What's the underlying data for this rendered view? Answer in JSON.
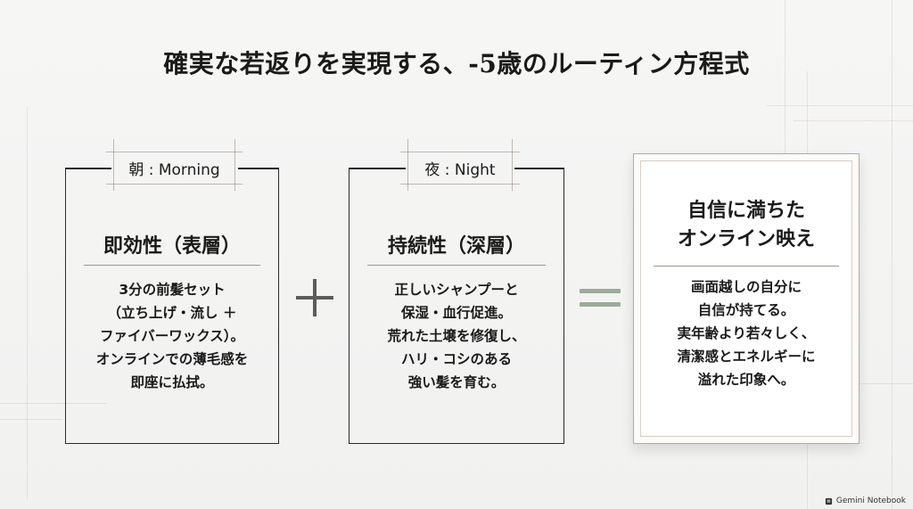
{
  "title": "確実な若返りを実現する、-5歳のルーティン方程式",
  "cards": [
    {
      "tab": "朝 : Morning",
      "heading": "即効性（表層）",
      "body": [
        "3分の前髪セット",
        "（立ち上げ・流し ＋",
        "ファイバーワックス）。",
        "オンラインでの薄毛感を",
        "即座に払拭。"
      ]
    },
    {
      "tab": "夜 : Night",
      "heading": "持続性（深層）",
      "body": [
        "正しいシャンプーと",
        "保湿・血行促進。",
        "荒れた土壌を修復し、",
        "ハリ・コシのある",
        "強い髪を育む。"
      ]
    },
    {
      "heading_lines": [
        "自信に満ちた",
        "オンライン映え"
      ],
      "body": [
        "画面越しの自分に",
        "自信が持てる。",
        "実年齢より若々しく、",
        "清潔感とエネルギーに",
        "溢れた印象へ。"
      ]
    }
  ],
  "operators": {
    "plus": "＋",
    "equals": "＝"
  },
  "footer": {
    "label": "Gemini Notebook",
    "icon": "notebook-icon"
  },
  "colors": {
    "background": "#f3f3f2",
    "text": "#1a1a1a",
    "equals": "#9cab9a",
    "highlight_border": "#b9a89a"
  }
}
